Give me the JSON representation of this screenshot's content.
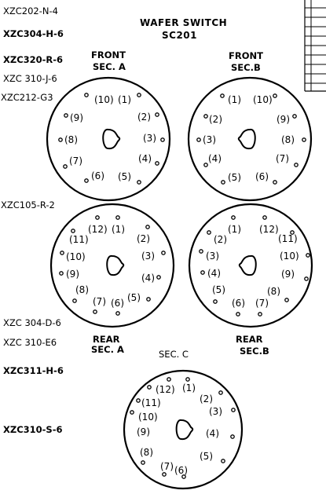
{
  "title": {
    "line1": "WAFER SWITCH",
    "line2": "SC201"
  },
  "section_labels": {
    "front_a": {
      "line1": "FRONT",
      "line2": "SEC. A"
    },
    "front_b": {
      "line1": "FRONT",
      "line2": "SEC.B"
    },
    "rear_a": {
      "line1": "REAR",
      "line2": "SEC. A"
    },
    "rear_b": {
      "line1": "REAR",
      "line2": "SEC.B"
    },
    "sec_c": {
      "line1": "SEC. C"
    }
  },
  "wire_labels": [
    "XZC202-N-4",
    "XZC304-H-6",
    "XZC320-R-6",
    "XZC 310-J-6",
    "XZC212-G3",
    "XZC105-R-2",
    "XZC 304-D-6",
    "XZC 310-E6",
    "XZC311-H-6",
    "XZC310-S-6"
  ],
  "wafers": [
    {
      "id": "front-a",
      "terminals": [
        "(1)",
        "(2)",
        "(3)",
        "(4)",
        "(5)",
        "(6)",
        "(7)",
        "(8)",
        "(9)",
        "(10)"
      ]
    },
    {
      "id": "front-b",
      "terminals": [
        "(1)",
        "(2)",
        "(3)",
        "(4)",
        "(5)",
        "(6)",
        "(7)",
        "(8)",
        "(9)",
        "(10)"
      ]
    },
    {
      "id": "rear-a",
      "terminals": [
        "(1)",
        "(2)",
        "(3)",
        "(4)",
        "(5)",
        "(6)",
        "(7)",
        "(8)",
        "(9)",
        "(10)",
        "(11)",
        "(12)"
      ]
    },
    {
      "id": "rear-b",
      "terminals": [
        "(1)",
        "(2)",
        "(3)",
        "(4)",
        "(5)",
        "(6)",
        "(7)",
        "(8)",
        "(9)",
        "(10)",
        "(11)",
        "(12)"
      ]
    },
    {
      "id": "sec-c",
      "terminals": [
        "(1)",
        "(2)",
        "(3)",
        "(4)",
        "(5)",
        "(6)",
        "(7)",
        "(8)",
        "(9)",
        "(10)",
        "(11)",
        "(12)"
      ]
    }
  ]
}
